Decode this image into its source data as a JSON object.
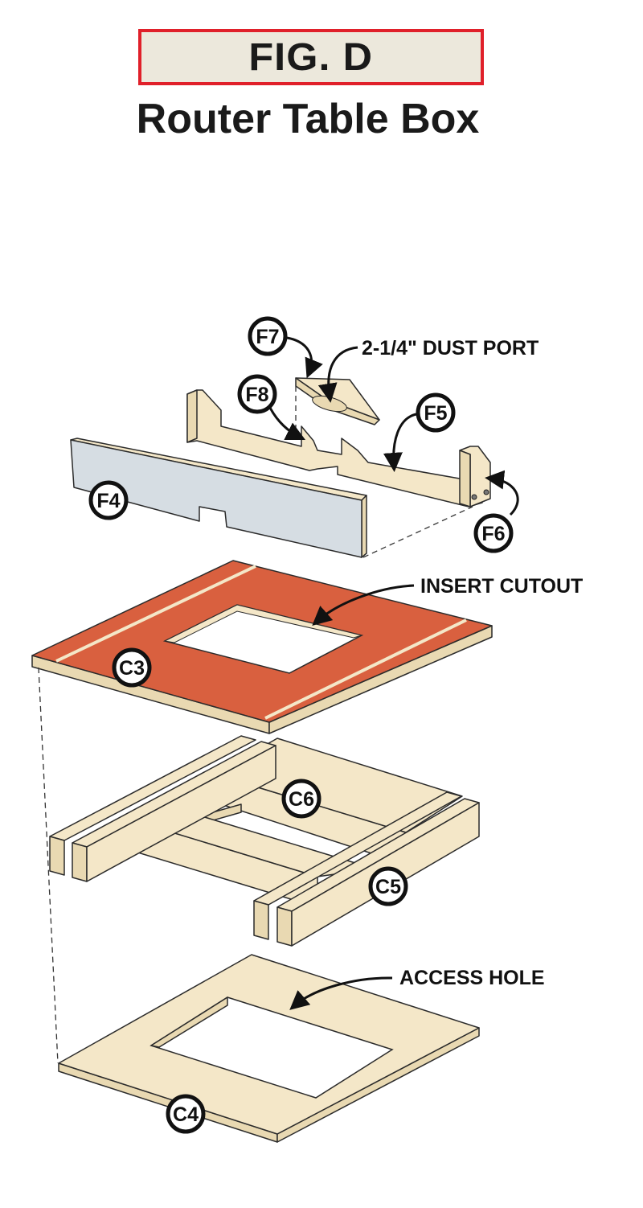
{
  "figure": {
    "number_label": "FIG. D",
    "title": "Router Table Box"
  },
  "callouts": {
    "dust_port": "2-1/4\" DUST PORT",
    "insert_cutout": "INSERT CUTOUT",
    "access_hole": "ACCESS HOLE"
  },
  "part_labels": {
    "f7": "F7",
    "f8": "F8",
    "f5": "F5",
    "f4": "F4",
    "f6": "F6",
    "c3": "C3",
    "c6": "C6",
    "c5": "C5",
    "c4": "C4"
  },
  "colors": {
    "title_border": "#e0202a",
    "title_bg": "#ece8dc",
    "wood": "#f4e7c8",
    "top_laminate": "#d9603f",
    "fence_face": "#d6dde3"
  }
}
